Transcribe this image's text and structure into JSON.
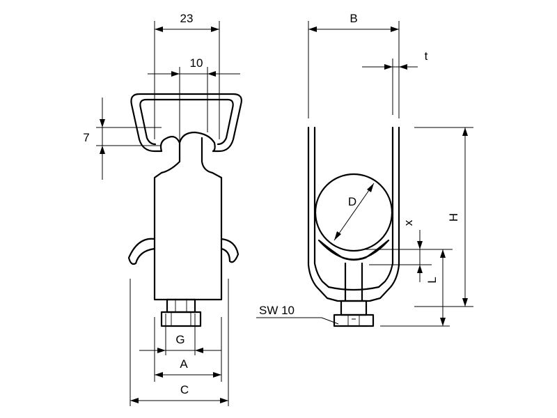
{
  "labels": {
    "dim_23": "23",
    "dim_10": "10",
    "dim_7": "7",
    "dim_G": "G",
    "dim_A": "A",
    "dim_C": "C",
    "dim_B": "B",
    "dim_t": "t",
    "dim_D": "D",
    "dim_x": "x",
    "dim_H": "H",
    "dim_L": "L",
    "sw_label": "SW 10"
  }
}
